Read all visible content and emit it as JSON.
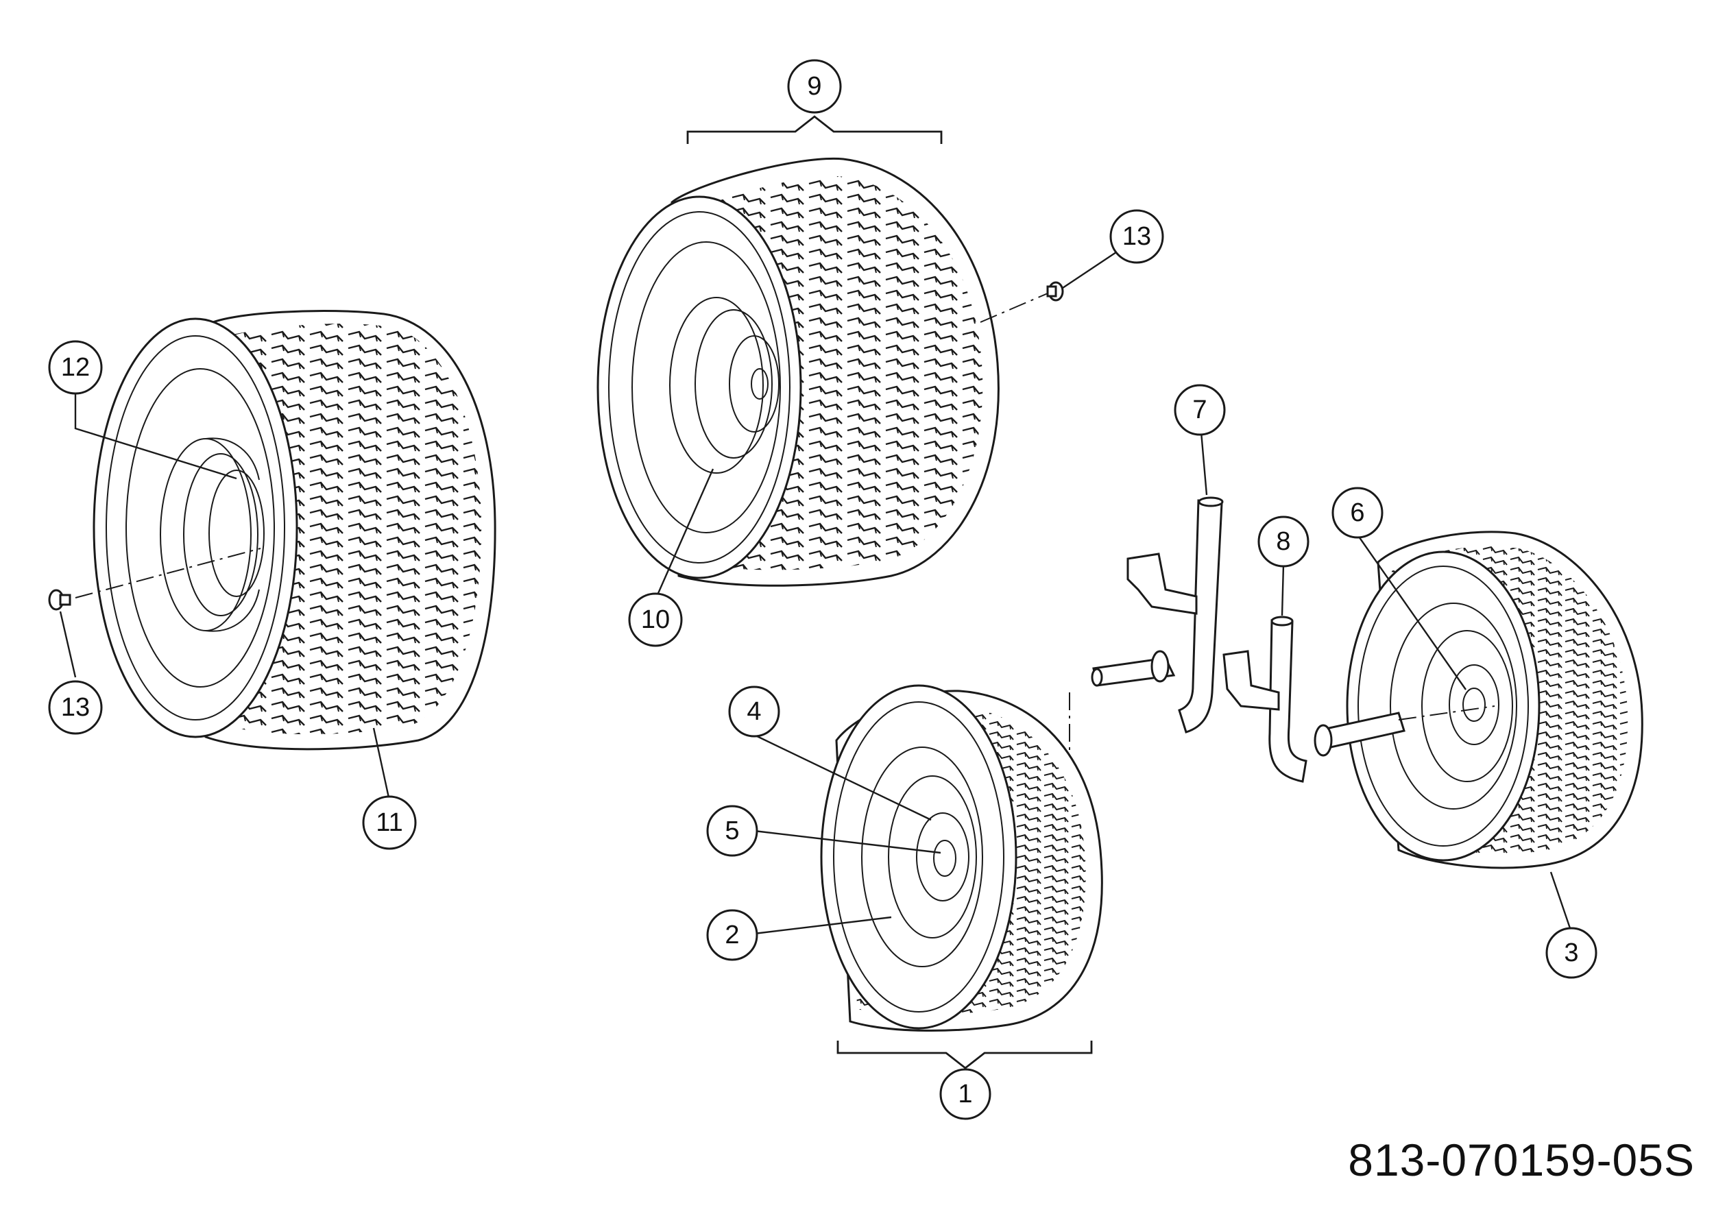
{
  "document_number": "813-070159-05S",
  "callouts": [
    "1",
    "2",
    "3",
    "4",
    "5",
    "6",
    "7",
    "8",
    "9",
    "10",
    "11",
    "12",
    "13",
    "13"
  ],
  "parts": {
    "rear_wheel_left": "tire-assembly",
    "rear_wheel_top": "tire-assembly",
    "front_wheel_bottom": "tire-assembly",
    "front_wheel_right": "tire-assembly",
    "spindle_upper": "spindle",
    "spindle_lower": "spindle",
    "valve_caps": "valve-stem"
  }
}
